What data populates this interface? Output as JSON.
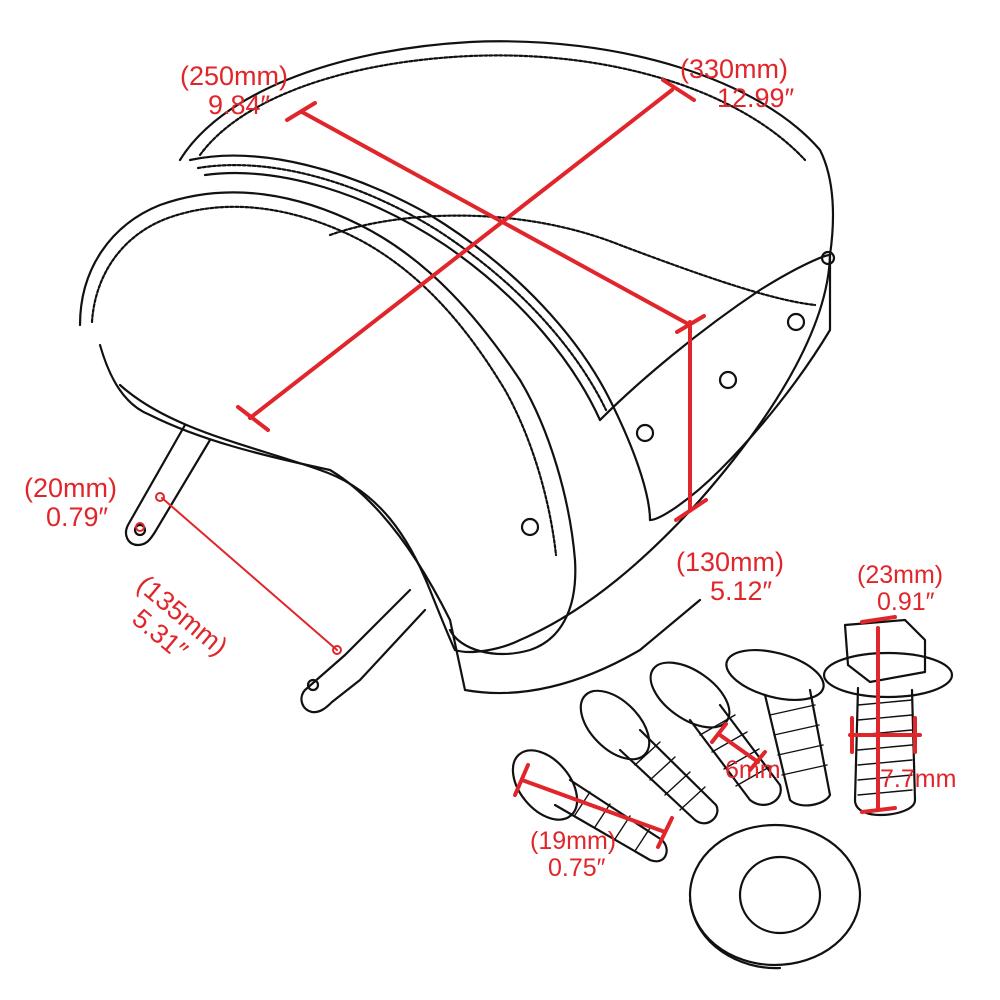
{
  "dimensions": {
    "seat_width": {
      "metric": "(250mm)",
      "imperial": "9.84″"
    },
    "seat_diagonal": {
      "metric": "(330mm)",
      "imperial": "12.99″"
    },
    "side_height": {
      "metric": "(130mm)",
      "imperial": "5.12″"
    },
    "bracket_hole": {
      "metric": "(20mm)",
      "imperial": "0.79″"
    },
    "bracket_spacing": {
      "metric": "(135mm)",
      "imperial": "5.31″"
    },
    "flange_bolt_length": {
      "metric": "(23mm)",
      "imperial": "0.91″"
    },
    "flange_bolt_thread": {
      "metric": "7.7mm"
    },
    "bolt_thread_dia": {
      "metric": "6mm"
    },
    "bolt_length": {
      "metric": "(19mm)",
      "imperial": "0.75″"
    }
  },
  "colors": {
    "dimension": "#e0262b",
    "outline": "#111111"
  }
}
